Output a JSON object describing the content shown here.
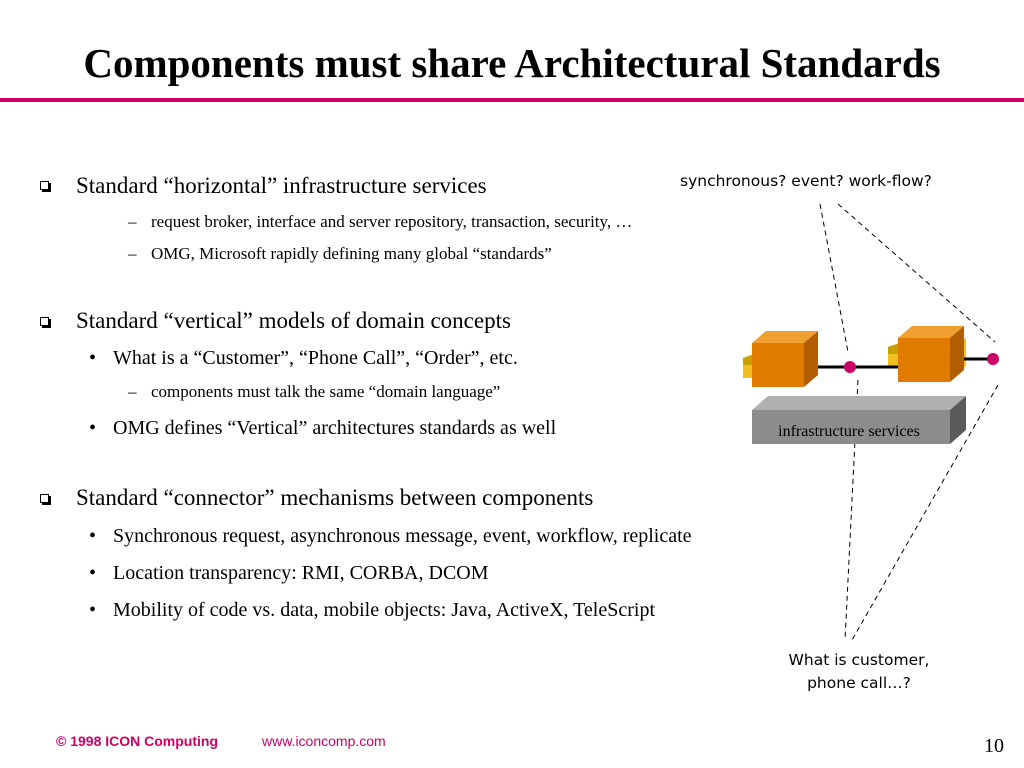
{
  "slide": {
    "title": "Components must share Architectural Standards",
    "page_number": "10"
  },
  "bullets": [
    {
      "text": "Standard “horizontal” infrastructure services",
      "sub": [
        "request broker, interface and server repository, transaction, security, …",
        "OMG, Microsoft rapidly defining many global “standards”"
      ]
    },
    {
      "text": "Standard “vertical” models of domain concepts",
      "sub": [
        "What is a “Customer”, “Phone Call”, “Order”, etc.",
        "components must talk the same “domain language”",
        "OMG defines “Vertical” architectures standards as well"
      ]
    },
    {
      "text": "Standard “connector” mechanisms between components",
      "sub": [
        "Synchronous request, asynchronous message, event, workflow, replicate",
        "Location transparency: RMI, CORBA, DCOM",
        "Mobility of code vs. data, mobile objects: Java, ActiveX, TeleScript"
      ]
    }
  ],
  "diagram": {
    "top_callout": "synchronous? event? work-flow?",
    "bottom_callout_line1": "What is customer,",
    "bottom_callout_line2": "phone call…?",
    "platform_label": "infrastructure services",
    "colors": {
      "component_front": "#e07b00",
      "component_top": "#f0a030",
      "component_side": "#b05e00",
      "connector": "#f0c020",
      "platform": "#8c8c8c",
      "dot": "#cc0066",
      "accent": "#cc0066"
    }
  },
  "footer": {
    "copyright": "© 1998 ICON Computing",
    "url": "www.iconcomp.com"
  }
}
